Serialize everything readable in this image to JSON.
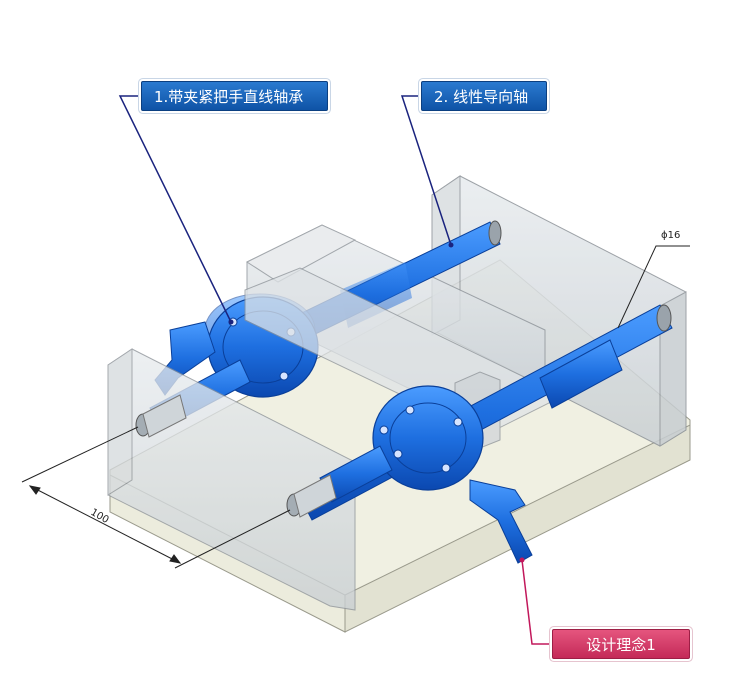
{
  "callouts": {
    "c1": "1.带夹紧把手直线轴承",
    "c2": "2. 线性导向轴",
    "c3": "设计理念1"
  },
  "dimensions": {
    "diameter": "ϕ16",
    "length": "100"
  },
  "colors": {
    "part_blue": "#1e6fe0",
    "callout_blue": "#1560b8",
    "callout_pink": "#d23a66",
    "leader_blue": "#1a237e",
    "leader_pink": "#c2185b"
  }
}
